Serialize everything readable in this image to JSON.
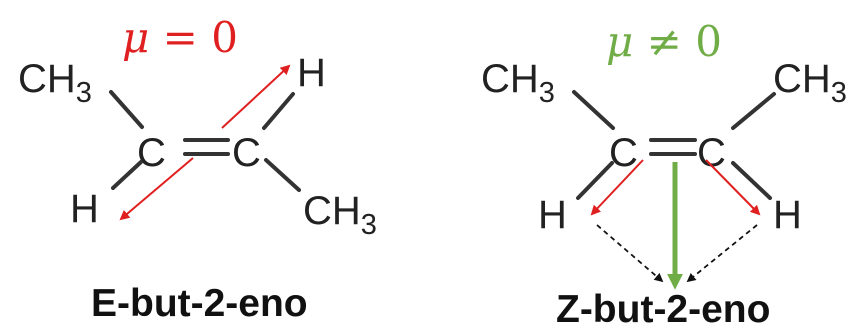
{
  "colors": {
    "red": "#e02020",
    "green": "#70ad47",
    "black": "#222222"
  },
  "left": {
    "dipole": {
      "symbol": "μ",
      "relation": "= 0"
    },
    "atoms": {
      "carbon_1": "C",
      "carbon_2": "C",
      "hydrogen_top": "H",
      "hydrogen_bottom": "H"
    },
    "methyl_top": {
      "main": "CH",
      "sub": "3"
    },
    "methyl_bottom": {
      "main": "CH",
      "sub": "3"
    },
    "name": "E-but-2-eno"
  },
  "right": {
    "dipole": {
      "symbol": "μ",
      "relation": "≠ 0"
    },
    "atoms": {
      "carbon_1": "C",
      "carbon_2": "C",
      "hydrogen_left": "H",
      "hydrogen_right": "H"
    },
    "methyl_left": {
      "main": "CH",
      "sub": "3"
    },
    "methyl_right": {
      "main": "CH",
      "sub": "3"
    },
    "name": "Z-but-2-eno"
  }
}
